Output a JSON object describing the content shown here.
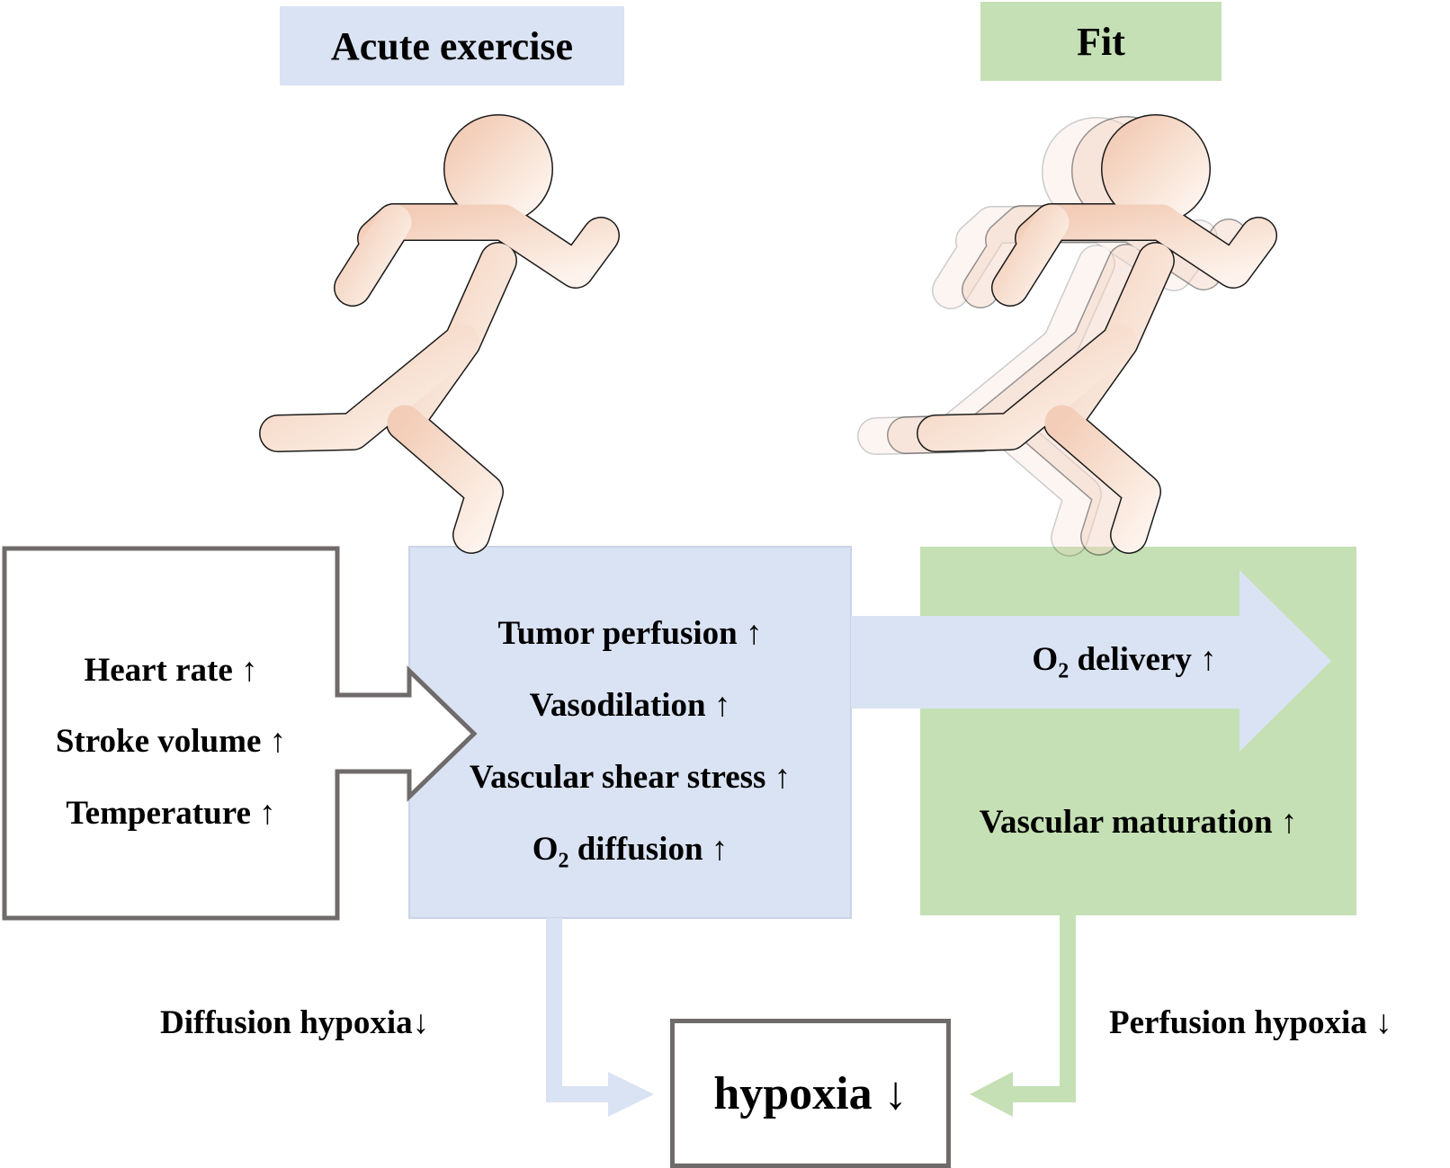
{
  "headers": {
    "acute": "Acute exercise",
    "fit": "Fit"
  },
  "physiology": {
    "items": [
      "Heart rate ↑",
      "Stroke volume ↑",
      "Temperature ↑"
    ]
  },
  "acute_effects": {
    "items": [
      "Tumor perfusion ↑",
      "Vasodilation ↑",
      "Vascular shear stress ↑"
    ],
    "o2_prefix": "O",
    "o2_sub": "2",
    "o2_suffix": " diffusion ↑"
  },
  "fit_effects": {
    "delivery_prefix": "O",
    "delivery_sub": "2",
    "delivery_suffix": " delivery ↑",
    "maturation": "Vascular maturation ↑"
  },
  "outcomes": {
    "diffusion": "Diffusion hypoxia↓",
    "perfusion": "Perfusion hypoxia ↓",
    "result": "hypoxia ↓"
  },
  "colors": {
    "blue": "#dae3f3",
    "green": "#c5e0b4",
    "border_gray": "#706b6b",
    "skin": "#f6dccd"
  },
  "icons": [
    "runner-icon",
    "motion-runner-icon"
  ]
}
